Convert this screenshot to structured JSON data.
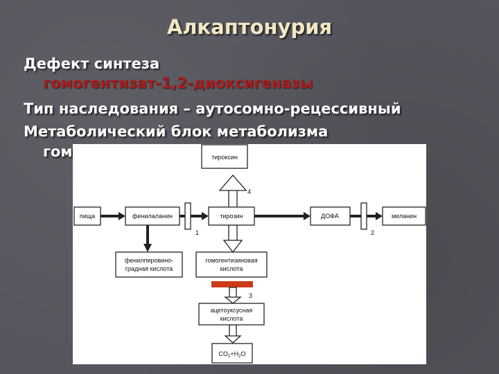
{
  "slide": {
    "title": "Алкаптонурия",
    "line1": "Дефект синтеза",
    "line1_red": "гомогентизат-1,2-диоксигеназы",
    "line2": "Тип наследования – аутосомно-рецессивный",
    "line3": "Метаболический блок метаболизма",
    "line3_cont": "гом"
  },
  "diagram": {
    "nodes": {
      "food": "пища",
      "phenylalanine": "фенилаланин",
      "tyrosine": "тирозин",
      "dopa": "ДОФА",
      "melanin": "меланин",
      "thyroxine": "тироксин",
      "phenylpyruvic_1": "фенилпировино-",
      "phenylpyruvic_2": "градная кислота",
      "homogentisic_1": "гомогентизиновая",
      "homogentisic_2": "кислота",
      "acetoacetic_1": "ацетоуксусная",
      "acetoacetic_2": "кислота",
      "co2": "CO",
      "co2_sub": "2",
      "plus": "+H",
      "h2o_sub": "2",
      "o": "O"
    },
    "block_numbers": [
      "1",
      "2",
      "3",
      "4"
    ],
    "colors": {
      "block_bar": "#cc3a1a",
      "arrow": "#222222",
      "accent_text": "#a51f1f"
    }
  }
}
